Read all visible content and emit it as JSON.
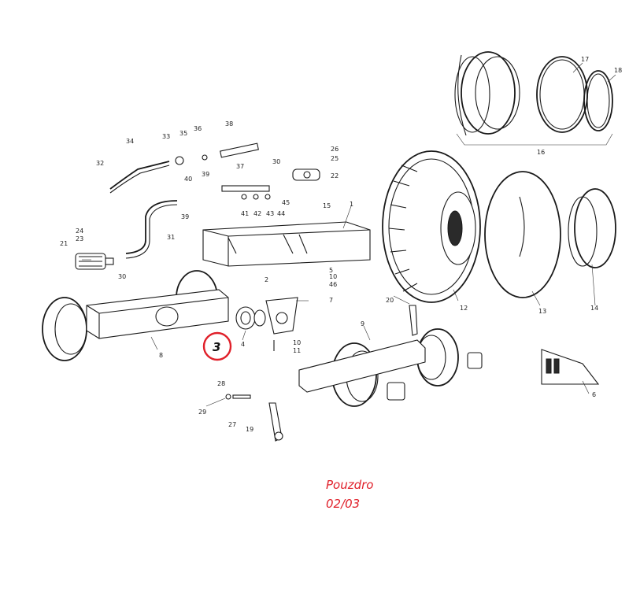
{
  "callouts": [
    "1",
    "2",
    "3",
    "4",
    "5",
    "6",
    "7",
    "8",
    "9",
    "10",
    "11",
    "12",
    "13",
    "14",
    "15",
    "16",
    "17",
    "18",
    "19",
    "20",
    "21",
    "22",
    "23",
    "24",
    "25",
    "26",
    "27",
    "28",
    "29",
    "30",
    "31",
    "32",
    "33",
    "34",
    "35",
    "36",
    "37",
    "38",
    "39",
    "40",
    "41",
    "42",
    "43",
    "44",
    "45",
    "46"
  ],
  "highlight": {
    "label": "3",
    "color": "#e0202a"
  },
  "caption": {
    "line1": "Pouzdro",
    "line2": "02/03",
    "color": "#e0202a"
  }
}
